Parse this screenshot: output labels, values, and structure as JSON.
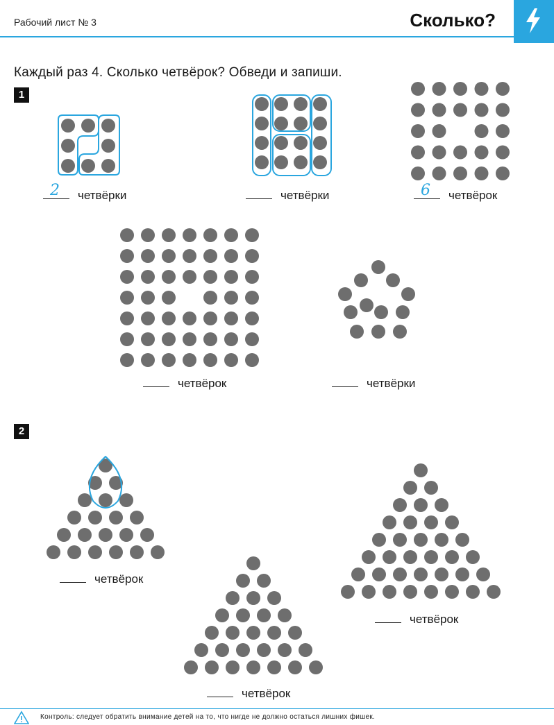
{
  "header": {
    "sheet_label": "Рабочий лист № 3",
    "title": "Сколько?",
    "accent_color": "#2aa6df",
    "corner_icon": "lightning-icon"
  },
  "instruction": "Каждый раз 4. Сколько четвёрок? Обведи и запиши.",
  "tasks": [
    {
      "number": "1",
      "figures": [
        {
          "caption": "четвёрки",
          "answer": "2"
        },
        {
          "caption": "четвёрки",
          "answer": ""
        },
        {
          "caption": "четвёрок",
          "answer": "6"
        },
        {
          "caption": "четвёрок",
          "answer": ""
        },
        {
          "caption": "четвёрки",
          "answer": ""
        }
      ]
    },
    {
      "number": "2",
      "figures": [
        {
          "caption": "четвёрок",
          "answer": ""
        },
        {
          "caption": "четвёрок",
          "answer": ""
        },
        {
          "caption": "четвёрок",
          "answer": ""
        }
      ]
    }
  ],
  "footer": {
    "icon": "warning-icon",
    "text": "Контроль: следует обратить внимание детей на то, что нигде не должно остаться лишних фишек."
  },
  "colors": {
    "dot": "#6e6e6e",
    "outline": "#2aa6df"
  }
}
